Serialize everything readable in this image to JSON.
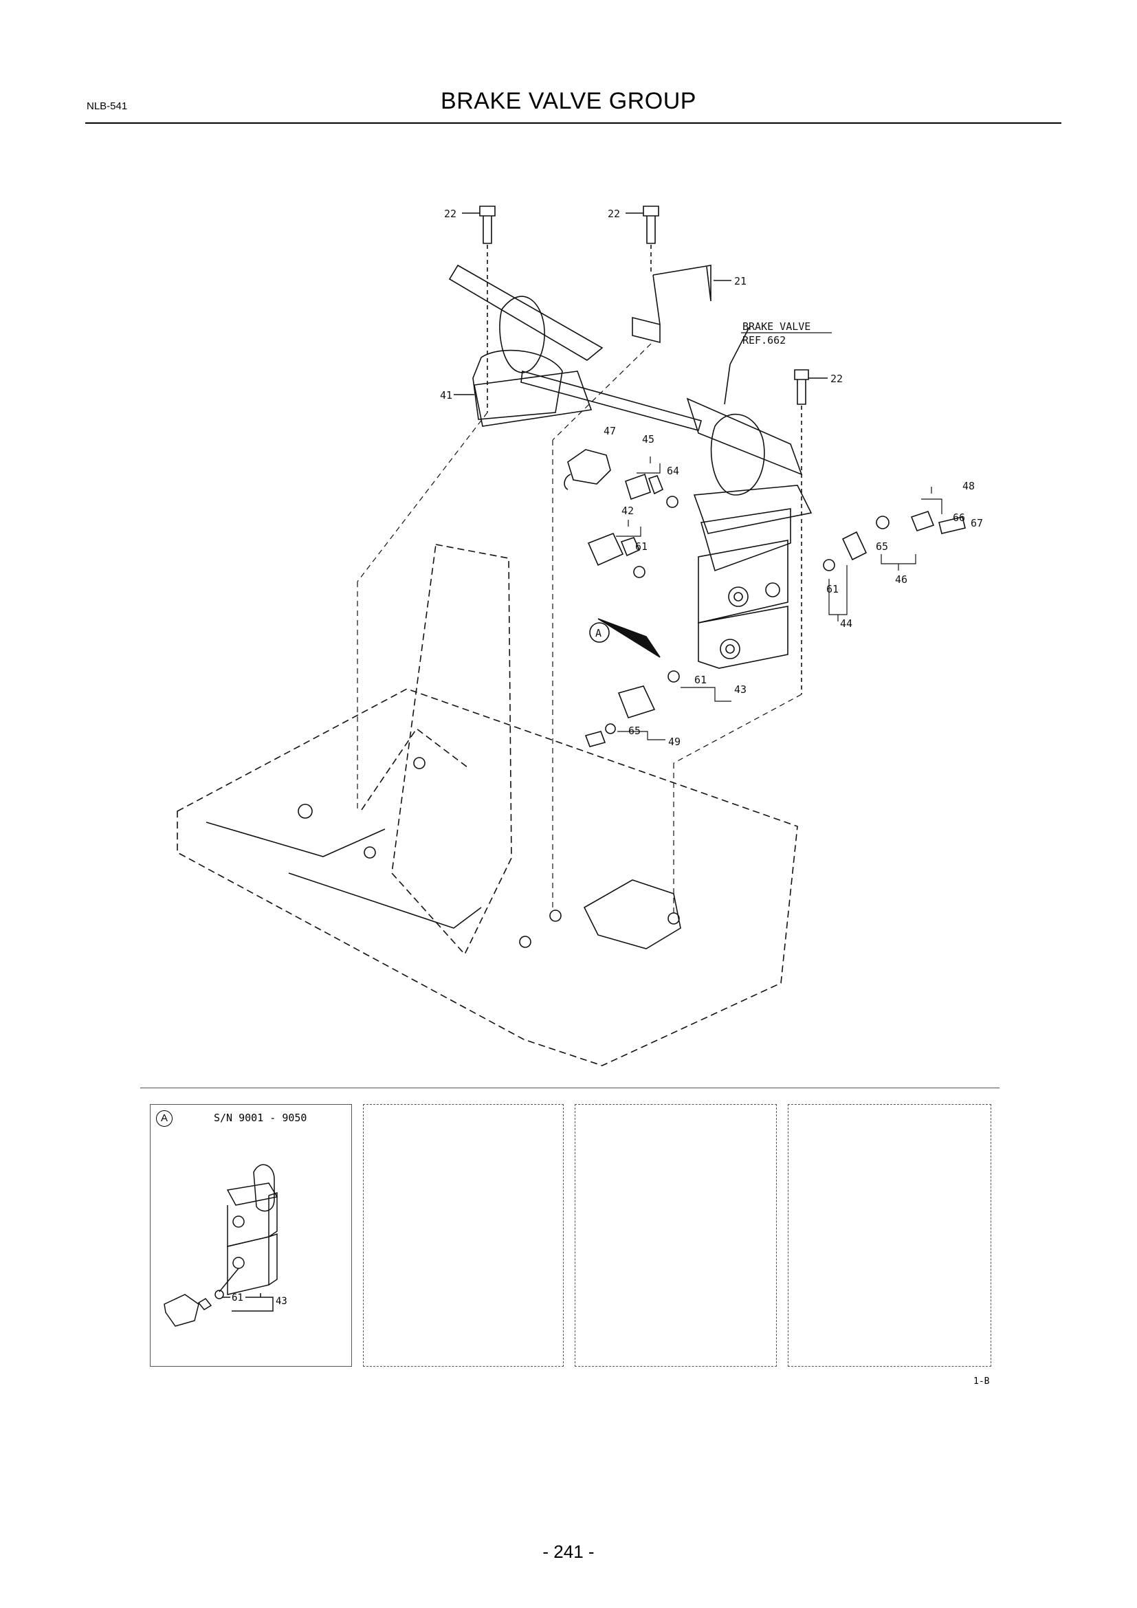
{
  "header": {
    "doc_code": "NLB-541",
    "title": "BRAKE VALVE GROUP"
  },
  "callouts": {
    "c22a": "22",
    "c22b": "22",
    "c22c": "22",
    "c21": "21",
    "brake_valve_1": "BRAKE VALVE",
    "brake_valve_2": "REF.662",
    "c41": "41",
    "c47": "47",
    "c45": "45",
    "c64": "64",
    "c42": "42",
    "c61a": "61",
    "c48": "48",
    "c66": "66",
    "c67": "67",
    "c65a": "65",
    "c46": "46",
    "c61b": "61",
    "c44": "44",
    "circle_a": "A",
    "c61c": "61",
    "c43": "43",
    "c65b": "65",
    "c49": "49"
  },
  "inset_a": {
    "mark": "A",
    "serial": "S/N 9001 - 9050",
    "c61": "61",
    "c43": "43"
  },
  "figure_ref": "1-B",
  "page_number": "- 241 -"
}
